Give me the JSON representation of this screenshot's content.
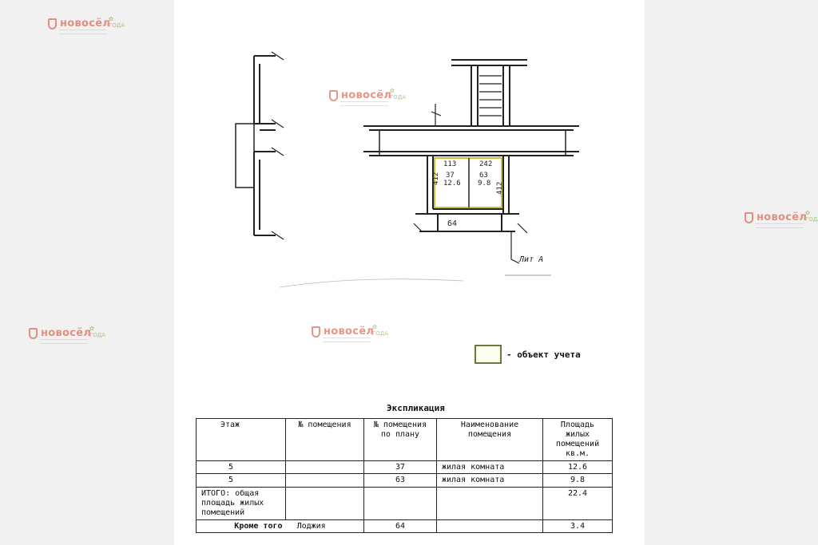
{
  "watermark": {
    "brand": "новосёл",
    "leaf_text": "ГОДА"
  },
  "plan": {
    "room_37_label": "37",
    "room_37_area": "12.6",
    "room_63_label": "63",
    "room_63_area": "9.8",
    "loggia_label": "64",
    "lit_label": "Лит А",
    "dim_113": "113",
    "dim_242": "242",
    "dim_412_a": "412",
    "dim_412_b": "412"
  },
  "legend": {
    "label": "- объект учета"
  },
  "explication": {
    "title": "Экспликация",
    "headers": [
      "Этаж",
      "№ помещения",
      "№ помещения по плану",
      "Наименование помещения",
      "Площадь жилых помещений кв.м."
    ],
    "rows": [
      {
        "floor": "5",
        "num": "",
        "plan_num": "37",
        "name": "жилая комната",
        "area": "12.6"
      },
      {
        "floor": "5",
        "num": "",
        "plan_num": "63",
        "name": "жилая комната",
        "area": "9.8"
      }
    ],
    "total": {
      "label": "ИТОГО: общая площадь жилых помещений",
      "area": "22.4"
    },
    "extra": {
      "label": "Кроме того",
      "name": "Лоджия",
      "plan_num": "64",
      "area": "3.4"
    }
  }
}
